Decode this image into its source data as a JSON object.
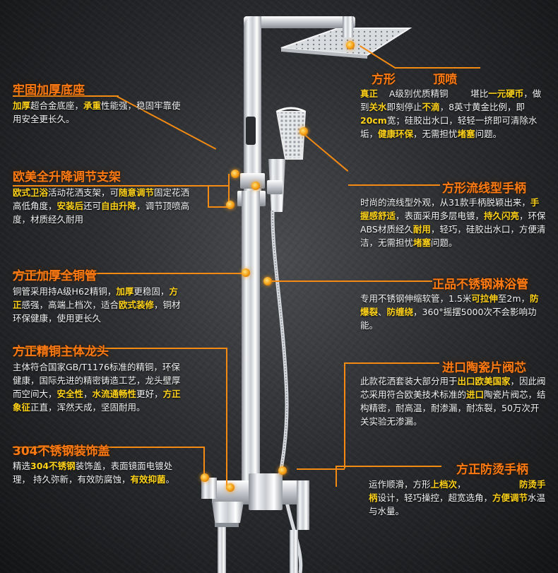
{
  "features_left": [
    {
      "title": "牢固加厚底座",
      "parts": [
        {
          "t": "加厚",
          "h": true
        },
        {
          "t": "超合金底座，",
          "h": false
        },
        {
          "t": "承重",
          "h": true
        },
        {
          "t": "性能强，稳固牢靠使用安全更长久。",
          "h": false
        }
      ]
    },
    {
      "title": "欧美全升降调节支架",
      "parts": [
        {
          "t": "欧式卫浴",
          "h": true
        },
        {
          "t": "活动花洒支架，可",
          "h": false
        },
        {
          "t": "随意调节",
          "h": true
        },
        {
          "t": "固定花洒高低角度，",
          "h": false
        },
        {
          "t": "安装后",
          "h": true
        },
        {
          "t": "还可",
          "h": false
        },
        {
          "t": "自由升降",
          "h": true
        },
        {
          "t": "，调节顶喷高度，材质经久耐用",
          "h": false
        }
      ]
    },
    {
      "title": "方正加厚全铜管",
      "parts": [
        {
          "t": "铜管采用持A级H62精铜，",
          "h": false
        },
        {
          "t": "加厚",
          "h": true
        },
        {
          "t": "更稳固，",
          "h": false
        },
        {
          "t": "方正",
          "h": true
        },
        {
          "t": "感强，高端上档次，适合",
          "h": false
        },
        {
          "t": "欧式装修",
          "h": true
        },
        {
          "t": "，铜材环保健康，使用更长久",
          "h": false
        }
      ]
    },
    {
      "title": "方正精铜主体龙头",
      "parts": [
        {
          "t": "主体符合国家GB/T1176标准的精铜，环保健康，国际先进的精密铸造工艺，龙头壁厚而空间大，",
          "h": false
        },
        {
          "t": "安全性",
          "h": true
        },
        {
          "t": "，",
          "h": false
        },
        {
          "t": "水流通畅性",
          "h": true
        },
        {
          "t": "更好，",
          "h": false
        },
        {
          "t": "方正象征",
          "h": true
        },
        {
          "t": "正直，浑然天成，坚固耐用。",
          "h": false
        }
      ]
    },
    {
      "title": "304不锈钢装饰盖",
      "parts": [
        {
          "t": "精选",
          "h": false
        },
        {
          "t": "304不锈钢",
          "h": true
        },
        {
          "t": "装饰盖，表面镜面电镀处理，            持久弥新，有效防腐蚀，",
          "h": false
        },
        {
          "t": "有效抑菌",
          "h": true
        },
        {
          "t": "。",
          "h": false
        }
      ]
    }
  ],
  "features_right": [
    {
      "title": "方形         顶喷",
      "parts": [
        {
          "t": "真正",
          "h": true
        },
        {
          "t": "    A级别优质精铜        堪比",
          "h": false
        },
        {
          "t": "一元硬币",
          "h": true
        },
        {
          "t": "，做到",
          "h": false
        },
        {
          "t": "关水",
          "h": true
        },
        {
          "t": "即刻停止",
          "h": false
        },
        {
          "t": "不滴",
          "h": true
        },
        {
          "t": "，8英寸黄金比例，即",
          "h": false
        },
        {
          "t": "20cm",
          "h": true
        },
        {
          "t": "宽；硅胶出水口，轻轻一挤即可清除水垢，",
          "h": false
        },
        {
          "t": "健康环保",
          "h": true
        },
        {
          "t": "，无需担忧",
          "h": false
        },
        {
          "t": "堵塞",
          "h": true
        },
        {
          "t": "问题。",
          "h": false
        }
      ]
    },
    {
      "title": "方形流线型手柄",
      "parts": [
        {
          "t": "时尚的流线型外观，从31款手柄脱颖出来，",
          "h": false
        },
        {
          "t": "手握感舒适",
          "h": true
        },
        {
          "t": "，表面采用多层电镀，",
          "h": false
        },
        {
          "t": "持久闪亮",
          "h": true
        },
        {
          "t": "，环保ABS材质经久",
          "h": false
        },
        {
          "t": "耐用",
          "h": true
        },
        {
          "t": "，轻巧，硅胶出水口，方便清洁，无需担忧",
          "h": false
        },
        {
          "t": "堵塞",
          "h": true
        },
        {
          "t": "问题。",
          "h": false
        }
      ]
    },
    {
      "title": "正品不锈钢淋浴管",
      "parts": [
        {
          "t": "专用不锈钢伸缩软管，1.5米",
          "h": false
        },
        {
          "t": "可拉伸",
          "h": true
        },
        {
          "t": "至2m，",
          "h": false
        },
        {
          "t": "防爆裂",
          "h": true
        },
        {
          "t": "、",
          "h": false
        },
        {
          "t": "防缠绕",
          "h": true
        },
        {
          "t": "，360°摇摆5000次不会影响功能。",
          "h": false
        }
      ]
    },
    {
      "title": "进口陶瓷片阀芯",
      "parts": [
        {
          "t": "此款花洒套装大部分用于",
          "h": false
        },
        {
          "t": "出口欧美国家",
          "h": true
        },
        {
          "t": "，因此阀芯采用符合欧美技术标准的",
          "h": false
        },
        {
          "t": "进口",
          "h": true
        },
        {
          "t": "陶瓷片阀芯，结构精密，耐高温，耐渗漏，耐冻裂，50万次开关实验无渗漏。",
          "h": false
        }
      ]
    },
    {
      "title": "方正防烫手柄",
      "parts": [
        {
          "t": "运作顺滑，方形",
          "h": false
        },
        {
          "t": "上档次",
          "h": true
        },
        {
          "t": "，                   ",
          "h": false
        },
        {
          "t": "防烫手柄",
          "h": true
        },
        {
          "t": "设计，轻巧操控，超宽选角，",
          "h": false
        },
        {
          "t": "方便调节",
          "h": true
        },
        {
          "t": "水温与水量。",
          "h": false
        }
      ]
    }
  ],
  "colors": {
    "accent": "#ff7a12",
    "highlight": "#ffd21a",
    "background": "#2c2e31"
  }
}
